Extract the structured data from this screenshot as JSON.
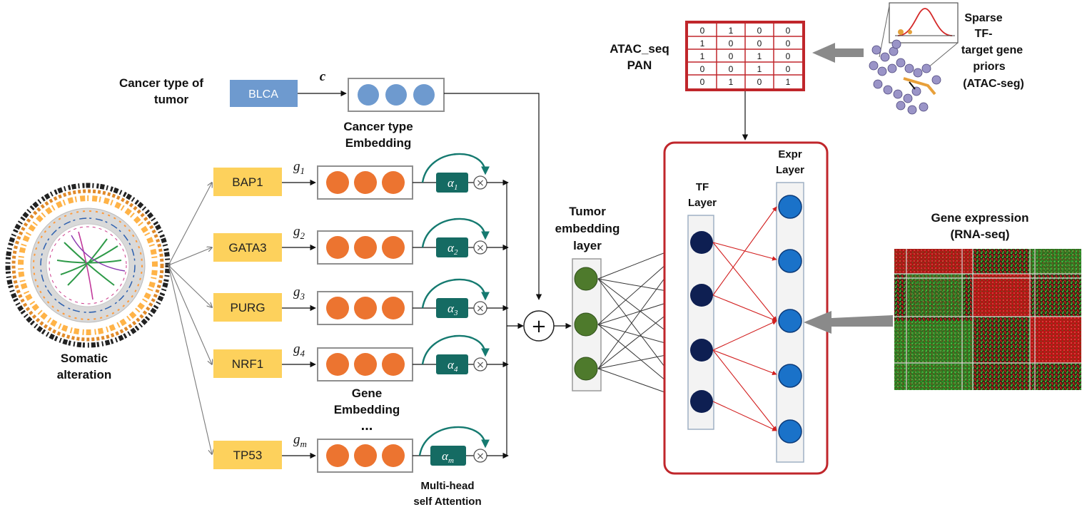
{
  "cancer_type": {
    "label_line1": "Cancer type of",
    "label_line2": "tumor",
    "code": "BLCA",
    "symbol": "c",
    "embedding_line1": "Cancer type",
    "embedding_line2": "Embedding"
  },
  "genes": [
    {
      "name": "BAP1",
      "g_sub": "1",
      "alpha_sub": "1"
    },
    {
      "name": "GATA3",
      "g_sub": "2",
      "alpha_sub": "2"
    },
    {
      "name": "PURG",
      "g_sub": "3",
      "alpha_sub": "3"
    },
    {
      "name": "NRF1",
      "g_sub": "4",
      "alpha_sub": "4"
    },
    {
      "name": "TP53",
      "g_sub": "m",
      "alpha_sub": "m"
    }
  ],
  "g_symbol": "g",
  "alpha_symbol": "α",
  "somatic": {
    "line1": "Somatic",
    "line2": "alteration"
  },
  "gene_embedding": {
    "line1": "Gene",
    "line2": "Embedding",
    "ellipsis": "..."
  },
  "attention": {
    "line1": "Multi-head",
    "line2": "self Attention"
  },
  "plus_symbol": "+",
  "multiply_symbol": "×",
  "tumor": {
    "line1": "Tumor",
    "line2": "embedding",
    "line3": "layer"
  },
  "tf_layer": {
    "line1": "TF",
    "line2": "Layer"
  },
  "expr_layer": {
    "line1": "Expr",
    "line2": "Layer"
  },
  "atac": {
    "line1": "ATAC_seq",
    "line2": "PAN"
  },
  "atac_matrix": [
    [
      "0",
      "1",
      "0",
      "0"
    ],
    [
      "1",
      "0",
      "0",
      "0"
    ],
    [
      "1",
      "0",
      "1",
      "0"
    ],
    [
      "0",
      "0",
      "1",
      "0"
    ],
    [
      "0",
      "1",
      "0",
      "1"
    ]
  ],
  "priors": {
    "line1": "Sparse",
    "line2": "TF-",
    "line3": "target gene",
    "line4": "priors",
    "line5": "(ATAC-seg)"
  },
  "expression": {
    "line1": "Gene expression",
    "line2": "(RNA-seq)"
  },
  "colors": {
    "gene_box": "#fdd15c",
    "cancer_box": "#6e9acf",
    "orange_node": "#ec7430",
    "blue_node": "#6e9acf",
    "green_node": "#4e7a2c",
    "navy_node": "#0e1f52",
    "expr_node": "#1a72c9",
    "attention_box": "#156b63",
    "red_frame": "#c0262b"
  }
}
